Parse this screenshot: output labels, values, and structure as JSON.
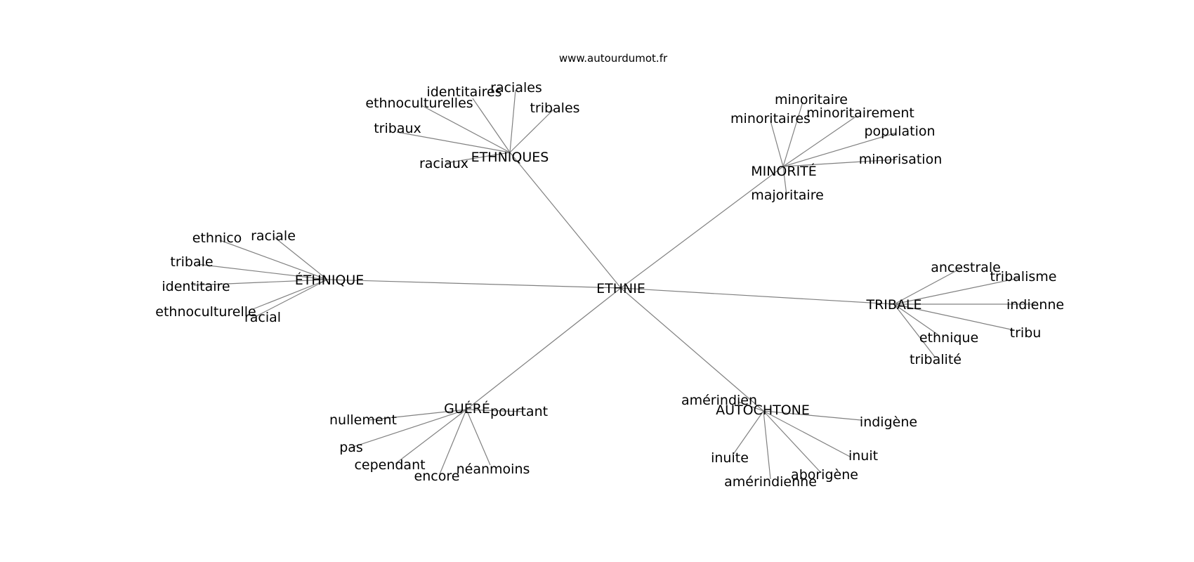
{
  "source": "www.autourdumot.fr",
  "center": "ETHNIE",
  "hubs": [
    {
      "key": "ethniques",
      "label": "ETHNIQUES",
      "words": [
        "identitaires",
        "raciales",
        "ethnoculturelles",
        "tribales",
        "tribaux",
        "raciaux"
      ]
    },
    {
      "key": "minorite",
      "label": "MINORITÉ",
      "words": [
        "minoritaire",
        "minoritaires",
        "minoritairement",
        "population",
        "minorisation",
        "majoritaire"
      ]
    },
    {
      "key": "ethnique",
      "label": "ÉTHNIQUE",
      "words": [
        "ethnico",
        "raciale",
        "tribale",
        "identitaire",
        "ethnoculturelle",
        "racial"
      ]
    },
    {
      "key": "tribale",
      "label": "TRIBALE",
      "words": [
        "ancestrale",
        "tribalisme",
        "indienne",
        "tribu",
        "ethnique",
        "tribalité"
      ]
    },
    {
      "key": "guere",
      "label": "GUÉRÉ",
      "words": [
        "nullement",
        "pourtant",
        "pas",
        "cependant",
        "encore",
        "néanmoins"
      ]
    },
    {
      "key": "autochtone",
      "label": "AUTOCHTONE",
      "words": [
        "amérindien",
        "indigène",
        "inuite",
        "inuit",
        "amérindienne",
        "aborigène"
      ]
    }
  ]
}
